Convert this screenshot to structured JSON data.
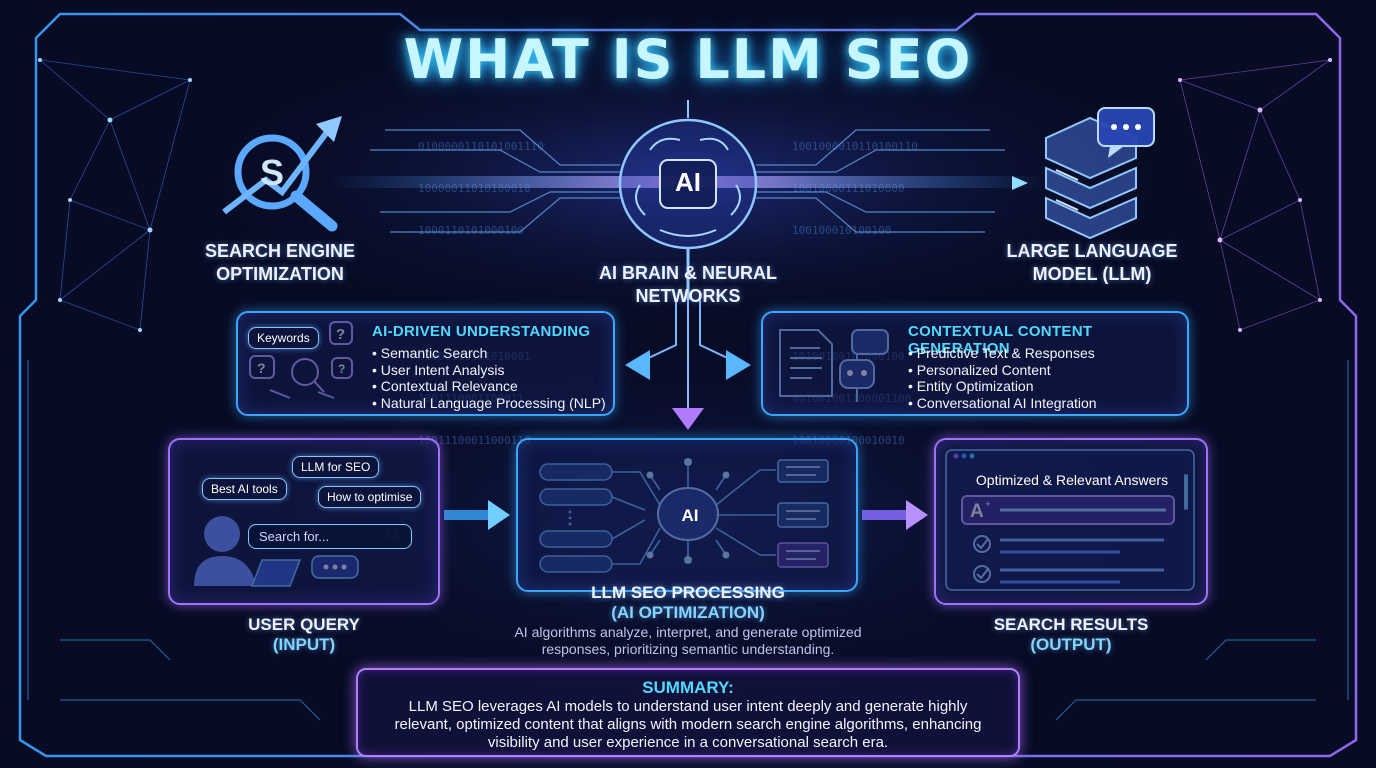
{
  "title": "WHAT IS LLM SEO",
  "top_icons": {
    "seo_label": "SEARCH ENGINE OPTIMIZATION",
    "seo_badge": "S",
    "brain_label": "AI BRAIN & NEURAL NETWORKS",
    "brain_badge": "AI",
    "llm_label": "LARGE LANGUAGE MODEL (LLM)"
  },
  "binary_left": [
    "0100000110101001110",
    "10000011010100010",
    "1000110101000100",
    "01000111101010001",
    "1001110001100011",
    "10011100011000110"
  ],
  "binary_right": [
    "1001000010110100110",
    "10010000111010000",
    "100100010100100",
    "10100100101000100",
    "001001001100001100",
    "10010000100010010"
  ],
  "panels": {
    "understanding": {
      "title": "AI-DRIVEN UNDERSTANDING",
      "items": [
        "Semantic Search",
        "User Intent Analysis",
        "Contextual Relevance",
        "Natural Language Processing (NLP)"
      ],
      "chip": "Keywords"
    },
    "generation": {
      "title": "CONTEXTUAL CONTENT GENERATION",
      "items": [
        "Predictive Text & Responses",
        "Personalized Content",
        "Entity Optimization",
        "Conversational AI Integration"
      ]
    }
  },
  "stages": {
    "input": {
      "chips": [
        "LLM for SEO",
        "Best AI tools",
        "How to optimise"
      ],
      "search_placeholder": "Search for...",
      "label": "USER QUERY",
      "sub": "(INPUT)"
    },
    "processing": {
      "badge": "AI",
      "label": "LLM SEO PROCESSING",
      "sub": "(AI OPTIMIZATION)",
      "description": [
        "AI algorithms analyze, interpret, and generate optimized",
        "responses, prioritizing semantic understanding."
      ]
    },
    "output": {
      "header": "Optimized & Relevant Answers",
      "label": "SEARCH RESULTS",
      "sub": "(OUTPUT)"
    }
  },
  "summary": {
    "title": "SUMMARY:",
    "lines": [
      "LLM SEO leverages AI models to understand user intent deeply and generate highly",
      "relevant, optimized content that aligns with modern search engine algorithms, enhancing",
      "visibility and user experience in a conversational search era."
    ]
  },
  "colors": {
    "cyan": "#3fd8ff",
    "blue": "#3aa6ff",
    "violet": "#a070ff",
    "background": "#070b24"
  }
}
